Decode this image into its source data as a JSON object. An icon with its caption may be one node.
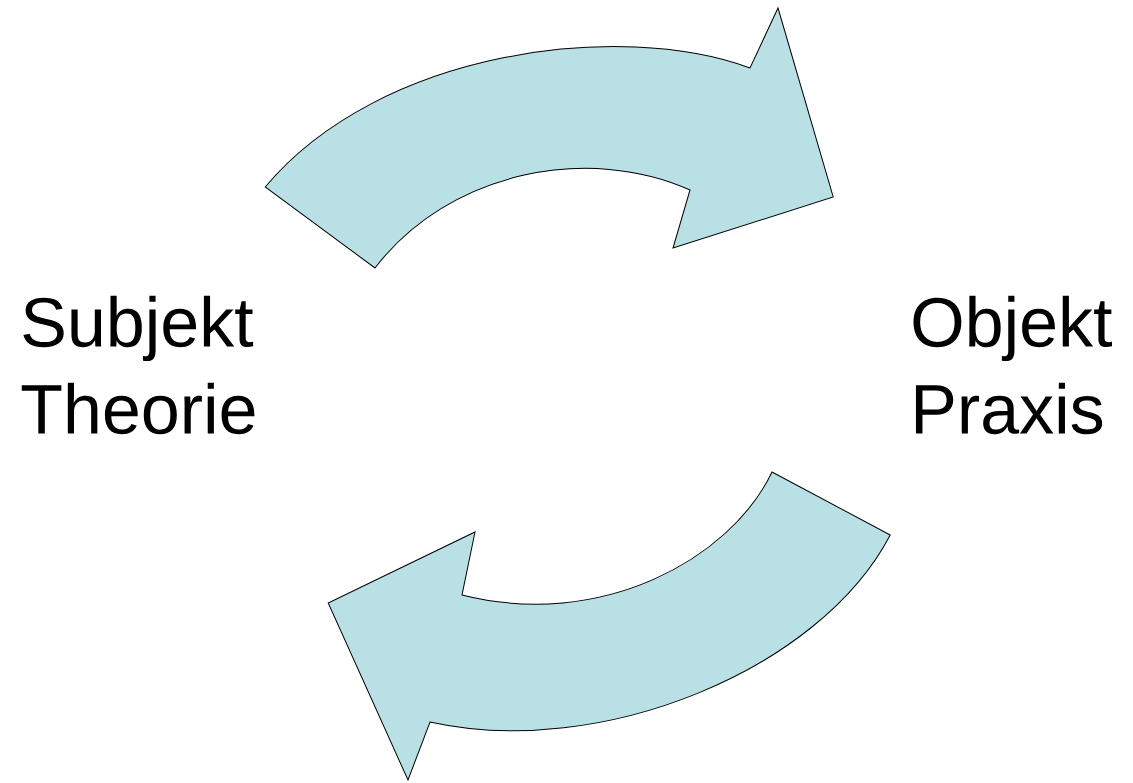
{
  "diagram": {
    "nodes": [
      {
        "text": [
          "Subjekt Theorie"
        ]
      },
      {
        "text": [
          "Objekt Praxis"
        ]
      }
    ],
    "edges": [
      {
        "from": 0,
        "to": 1,
        "arrow": "to"
      },
      {
        "from": 1,
        "to": 0,
        "arrow": "to"
      }
    ]
  }
}
